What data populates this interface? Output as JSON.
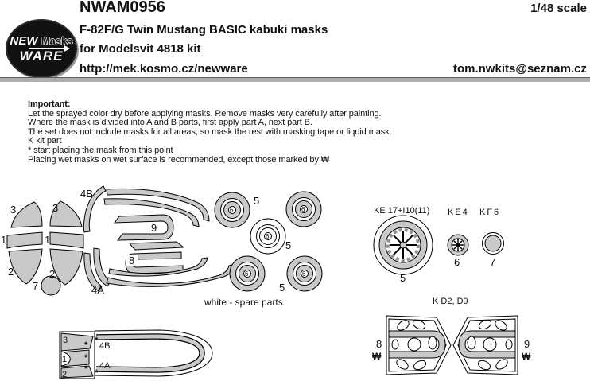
{
  "header": {
    "logo": {
      "new": "NEW",
      "masks": "Masks",
      "ware": "WARE"
    },
    "title": "NWAM0956",
    "scale": "1/48 scale",
    "product_line": "F-82F/G Twin Mustang BASIC kabuki masks",
    "kit_line": "for Modelsvit 4818 kit",
    "url": "http://mek.kosmo.cz/newware",
    "email": "tom.nwkits@seznam.cz"
  },
  "notes": {
    "heading": "Important:",
    "line1": "Let the sprayed color dry before applying masks. Remove masks very carefully after painting.",
    "line2": "Where the mask is divided into A and B parts, first apply part A, next part B.",
    "line3": "The set does not include masks for all areas, so mask the rest with masking tape or liquid mask.",
    "line4": "K kit part",
    "line5": "* start placing the mask from this point",
    "line6": "Placing wet masks on wet surface is recommended, except those marked by ₩"
  },
  "sheet": {
    "windscreen": {
      "p3l": "3",
      "p3r": "3",
      "p1l": "1",
      "p1r": "1",
      "p2l": "2",
      "p2r": "2",
      "p7": "7"
    },
    "strips": {
      "top": "4B",
      "bottom": "4A",
      "hook9": "9",
      "hook8": "8"
    },
    "wheel_masks": {
      "l5a": "5",
      "l5b": "5",
      "l5c": "5",
      "c6a": "6",
      "c6b": "6",
      "c6c": "6",
      "c6d": "6",
      "c6e": "6"
    },
    "spare_note": "white - spare parts",
    "guide": {
      "wheel_main_label": "KE 17+I10(11)",
      "wheel_main_num": "5",
      "wheel_hub_label": "KE4",
      "wheel_hub_num": "6",
      "wheel_disc_label": "KF6",
      "wheel_disc_num": "7",
      "radiator_label": "K D2, D9",
      "radiator_left_num": "8",
      "radiator_right_num": "9",
      "dry_symbol": "₩"
    },
    "canopy_guide": {
      "p3": "3",
      "p4b": "4B",
      "p1": "1",
      "p4a": "4A",
      "p2": "2",
      "star": "*"
    }
  },
  "colors": {
    "mask_fill": "#c9c9c9",
    "outline": "#000000",
    "rule": "#aeaeae"
  }
}
